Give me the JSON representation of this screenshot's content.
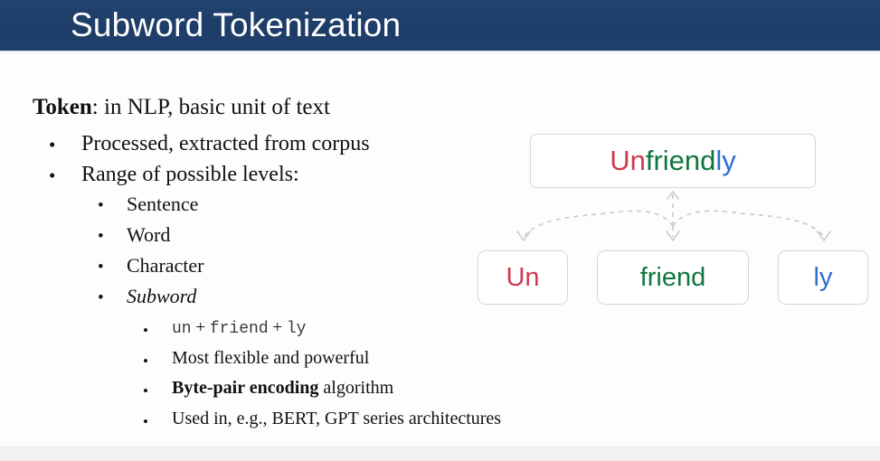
{
  "slide": {
    "title": "Subword Tokenization",
    "header_color": "#1f3f6b",
    "background_color": "#fdfdfd"
  },
  "body": {
    "lead": {
      "term": "Token",
      "rest": ": in NLP, basic unit of text"
    },
    "level1": [
      {
        "bullet": "•",
        "text": "Processed, extracted from corpus"
      },
      {
        "bullet": "•",
        "text": "Range of possible levels:"
      }
    ],
    "level2": [
      {
        "bullet": "•",
        "text": "Sentence",
        "style": "normal"
      },
      {
        "bullet": "•",
        "text": "Word",
        "style": "normal"
      },
      {
        "bullet": "•",
        "text": "Character",
        "style": "normal"
      },
      {
        "bullet": "•",
        "text": "Subword",
        "style": "italic"
      }
    ],
    "level3": [
      {
        "bullet": "•",
        "parts": {
          "mono1": "un",
          "plus1": "+",
          "mono2": "friend",
          "plus2": "+",
          "mono3": "ly"
        }
      },
      {
        "bullet": "•",
        "text": "Most flexible and powerful"
      },
      {
        "bullet": "•",
        "bold": "Byte-pair encoding",
        "text": " algorithm"
      },
      {
        "bullet": "•",
        "text": "Used in, e.g., BERT, GPT series architectures"
      }
    ]
  },
  "diagram": {
    "word_box": {
      "segments": [
        {
          "text": "Un",
          "color": "#cf3a50"
        },
        {
          "text": "friend",
          "color": "#10763f"
        },
        {
          "text": "ly",
          "color": "#2f6fd0"
        }
      ]
    },
    "tokens": [
      {
        "text": "Un",
        "color": "#cf3a50"
      },
      {
        "text": "friend",
        "color": "#10763f"
      },
      {
        "text": "ly",
        "color": "#2f6fd0"
      }
    ],
    "arrow_color": "#cccccc",
    "arrow_style": "dashed"
  }
}
